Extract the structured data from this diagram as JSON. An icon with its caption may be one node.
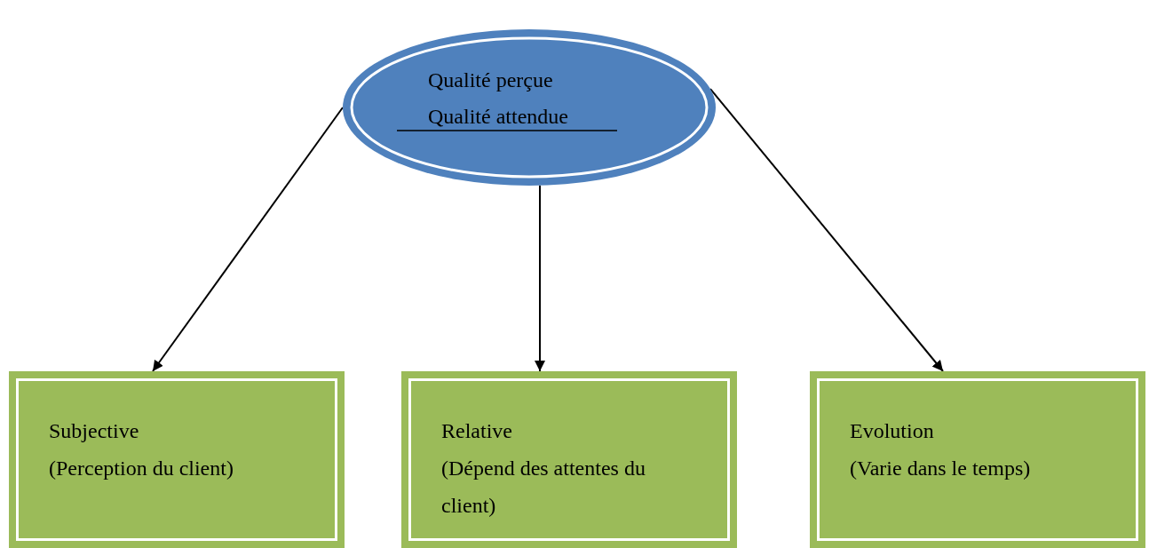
{
  "diagram": {
    "nodes": [
      {
        "text": [
          "Qualité perçue",
          "Qualité attendue"
        ]
      },
      {
        "text": [
          "Subjective",
          "(Perception du client)"
        ]
      },
      {
        "text": [
          "Relative",
          "(Dépend des attentes du client)"
        ]
      },
      {
        "text": [
          "Evolution",
          "(Varie dans le temps)"
        ]
      }
    ],
    "edges": [
      {
        "from": 0,
        "to": 1,
        "arrow": "to"
      },
      {
        "from": 0,
        "to": 2,
        "arrow": "to"
      },
      {
        "from": 0,
        "to": 3,
        "arrow": "to"
      }
    ]
  }
}
